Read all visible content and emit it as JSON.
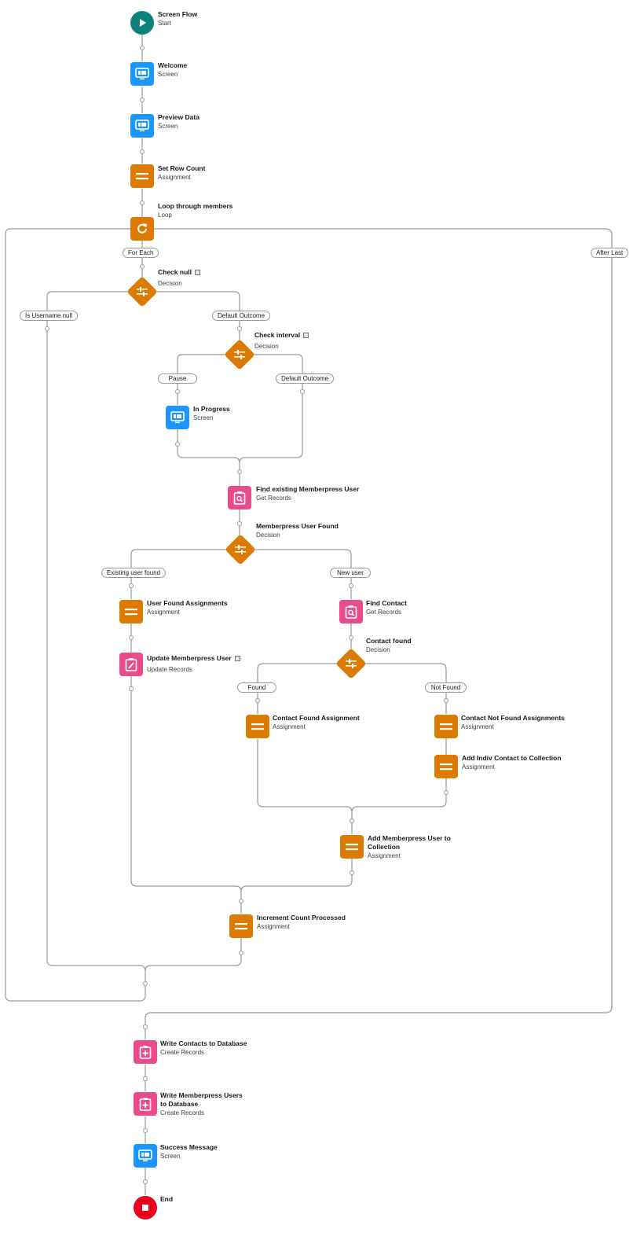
{
  "elements": {
    "start": {
      "title": "Screen Flow",
      "sub": "Start"
    },
    "welcome": {
      "title": "Welcome",
      "sub": "Screen"
    },
    "preview": {
      "title": "Preview Data",
      "sub": "Screen"
    },
    "setrow": {
      "title": "Set Row Count",
      "sub": "Assignment"
    },
    "loop": {
      "title": "Loop through members",
      "sub": "Loop"
    },
    "checknull": {
      "title": "Check null",
      "sub": "Decision"
    },
    "checkinterval": {
      "title": "Check interval",
      "sub": "Decision"
    },
    "inprogress": {
      "title": "In Progress",
      "sub": "Screen"
    },
    "findmember": {
      "title": "Find existing Memberpress User",
      "sub": "Get Records"
    },
    "memberfound": {
      "title": "Memberpress User Found",
      "sub": "Decision"
    },
    "userfoundassign": {
      "title": "User Found Assignments",
      "sub": "Assignment"
    },
    "updatemember": {
      "title": "Update Memberpress User",
      "sub": "Update Records"
    },
    "findcontact": {
      "title": "Find Contact",
      "sub": "Get Records"
    },
    "contactfound": {
      "title": "Contact found",
      "sub": "Decision"
    },
    "contactfoundassign": {
      "title": "Contact Found Assignment",
      "sub": "Assignment"
    },
    "contactnotfound": {
      "title": "Contact Not Found Assignments",
      "sub": "Assignment"
    },
    "addindiv": {
      "title": "Add Indiv Contact to Collection",
      "sub": "Assignment"
    },
    "addmember": {
      "title": "Add Memberpress User to Collection",
      "sub": "Assignment"
    },
    "increment": {
      "title": "Increment Count Processed",
      "sub": "Assignment"
    },
    "writecontacts": {
      "title": "Write Contacts to Database",
      "sub": "Create Records"
    },
    "writemembers": {
      "title": "Write Memberpress Users to Database",
      "sub": "Create Records"
    },
    "success": {
      "title": "Success Message",
      "sub": "Screen"
    },
    "end": {
      "title": "End"
    }
  },
  "pills": {
    "foreach": "For Each",
    "afterlast": "After Last",
    "isusernamenull": "Is Username null",
    "defaultoutcome1": "Default Outcome",
    "pause": "Pause",
    "defaultoutcome2": "Default Outcome",
    "existinguser": "Existing user found",
    "newuser": "New user",
    "found": "Found",
    "notfound": "Not Found"
  },
  "colors": {
    "screen": "#1b96ff",
    "assignment": "#dd7a01",
    "records": "#ea4b8b",
    "start": "#0b827c",
    "end": "#ea001e",
    "connector": "#9a9a9a"
  }
}
